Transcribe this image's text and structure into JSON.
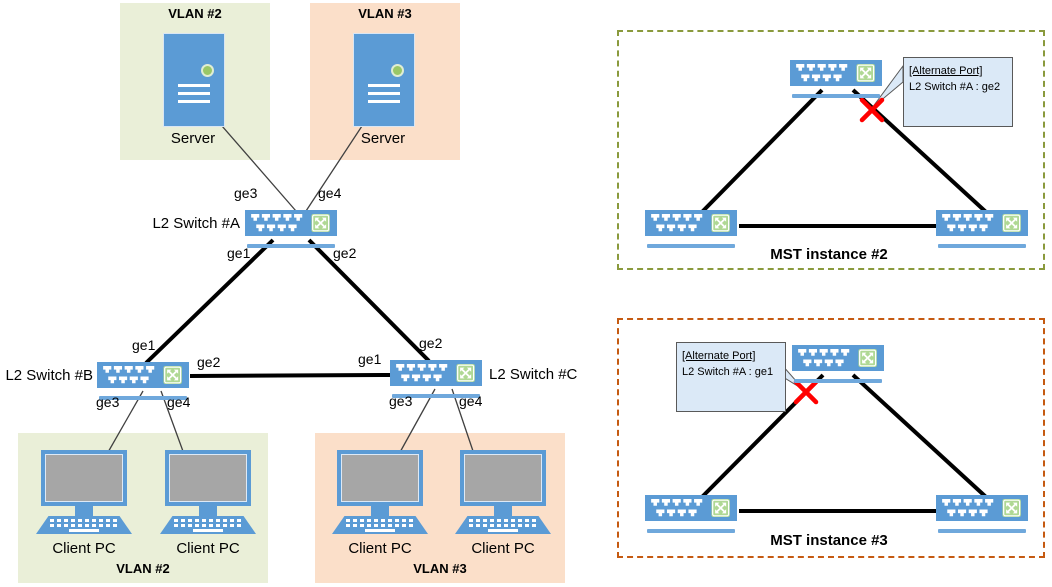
{
  "colors": {
    "switch_blue": "#5B9BD5",
    "switch_base_blue": "#6FA8DC",
    "crossbar_green": "#AFD894",
    "vlan2_background": "#EAEFD8",
    "vlan3_background": "#FBDFC9",
    "mst2_border_olive": "#8A9A3D",
    "mst3_border_orange": "#C55A11",
    "callout_background": "#DBE9F7",
    "blocked_port_red": "#FF0000",
    "screen_gray": "#A6A6A6"
  },
  "vlan2_servers": {
    "title": "VLAN #2",
    "server": "Server"
  },
  "vlan3_servers": {
    "title": "VLAN #3",
    "server": "Server"
  },
  "switch_a": {
    "label": "L2 Switch #A",
    "ge1": "ge1",
    "ge2": "ge2",
    "ge3": "ge3",
    "ge4": "ge4"
  },
  "switch_b": {
    "label": "L2 Switch #B",
    "ge1": "ge1",
    "ge2": "ge2",
    "ge3": "ge3",
    "ge4": "ge4"
  },
  "switch_c": {
    "label": "L2 Switch #C",
    "ge1": "ge1",
    "ge2": "ge2",
    "ge3": "ge3",
    "ge4": "ge4"
  },
  "vlan2_clients": {
    "title": "VLAN #2",
    "pc1": "Client PC",
    "pc2": "Client PC"
  },
  "vlan3_clients": {
    "title": "VLAN #3",
    "pc1": "Client PC",
    "pc2": "Client PC"
  },
  "mst2": {
    "title": "MST instance #2",
    "callout_title": "[Alternate Port]",
    "callout_detail": "L2 Switch #A : ge2"
  },
  "mst3": {
    "title": "MST instance #3",
    "callout_title": "[Alternate Port]",
    "callout_detail": "L2 Switch #A : ge1"
  }
}
